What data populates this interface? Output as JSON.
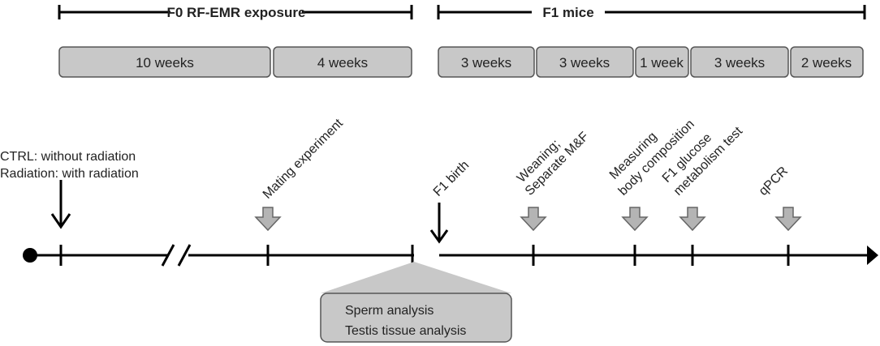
{
  "f0_header": "F0 RF-EMR exposure",
  "f1_header": "F1 mice",
  "f0_periods": [
    "10 weeks",
    "4 weeks"
  ],
  "f1_periods": [
    "3 weeks",
    "3 weeks",
    "1 week",
    "3 weeks",
    "2 weeks"
  ],
  "groups": [
    "CTRL: without radiation",
    "Radiation: with radiation"
  ],
  "events": {
    "mating": "Mating experiment",
    "birth": "F1 birth",
    "weaning1": "Weaning;",
    "weaning2": "Separate M&F",
    "measure1": "Measuring",
    "measure2": "body composition",
    "glucose1": "F1 glucose",
    "glucose2": "metabolism test",
    "qpcr": "qPCR"
  },
  "analysis": [
    "Sperm analysis",
    "Testis tissue analysis"
  ]
}
